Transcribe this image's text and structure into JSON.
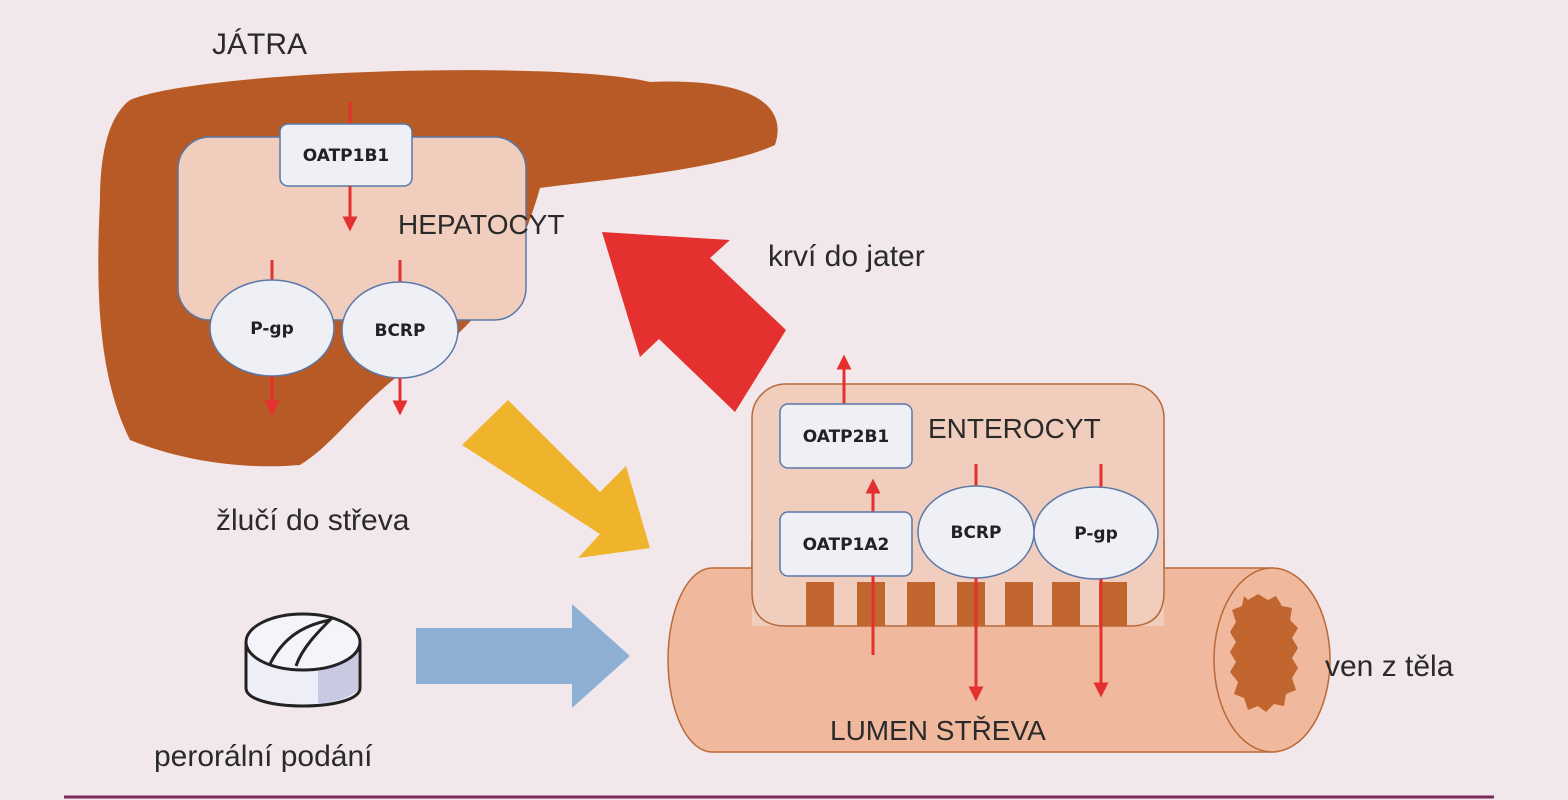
{
  "labels": {
    "liver": "JÁTRA",
    "hepatocyte": "HEPATOCYT",
    "enterocyte": "ENTEROCYT",
    "to_liver": "krví do jater",
    "bile_to_intestine": "žlučí do střeva",
    "oral": "perorální podání",
    "out_of_body": "ven z těla",
    "lumen": "LUMEN STŘEVA"
  },
  "transporters": {
    "hep_oatp1b1": "OATP1B1",
    "hep_pgp": "P-gp",
    "hep_bcrp": "BCRP",
    "ent_oatp2b1": "OATP2B1",
    "ent_oatp1a2": "OATP1A2",
    "ent_bcrp": "BCRP",
    "ent_pgp": "P-gp"
  },
  "colors": {
    "background": "#f2e8ec",
    "liver": "#b85a25",
    "cell": "#f0cdbd",
    "intestine": "#f0b89c",
    "transporter_fill": "#eef0f6",
    "red_arrow": "#e53030",
    "yellow_arrow": "#f0b42c",
    "blue_arrow": "#8eb0d4",
    "divider": "#7a2a5a"
  },
  "icons": {
    "pill": "pill-icon"
  }
}
